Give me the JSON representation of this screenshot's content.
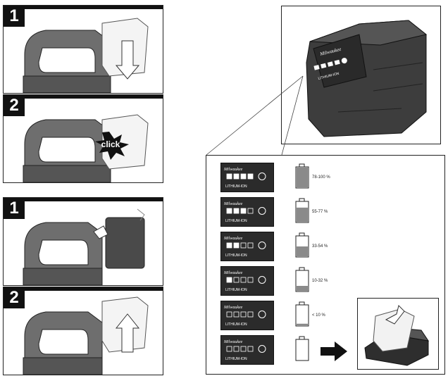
{
  "steps": {
    "insert": [
      "1",
      "2"
    ],
    "remove": [
      "1",
      "2"
    ]
  },
  "click_label": "click",
  "battery_brand": "Milwaukee",
  "battery_type": "LITHIUM-ION",
  "levels": [
    {
      "label": "78-100 %",
      "fill": 1.0
    },
    {
      "label": "55-77 %",
      "fill": 0.72
    },
    {
      "label": "33-54 %",
      "fill": 0.5
    },
    {
      "label": "10-32 %",
      "fill": 0.25
    },
    {
      "label": "< 10 %",
      "fill": 0.08
    },
    {
      "label": "",
      "fill": 0.0
    }
  ],
  "colors": {
    "gray_fill": "#8a8a8a",
    "dark": "#111111",
    "tool_gray": "#6e6e6e"
  }
}
